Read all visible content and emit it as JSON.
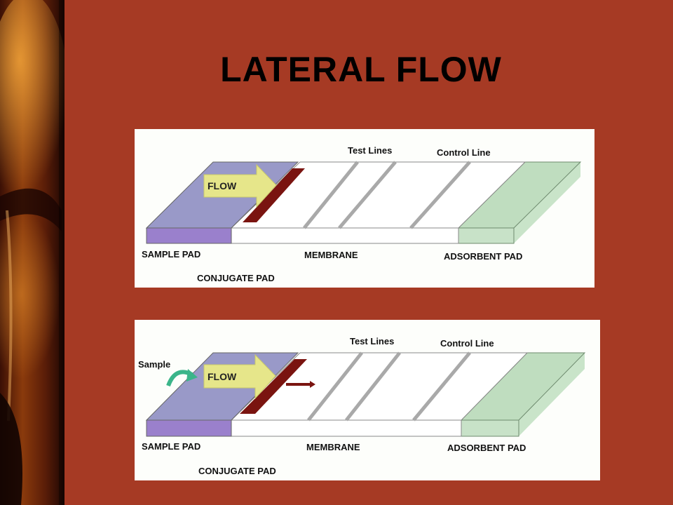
{
  "slide": {
    "title": "LATERAL FLOW"
  },
  "colors": {
    "slide_background": "#A63A24",
    "panel_background": "#FDFEFB",
    "sample_pad": "#9999C8",
    "sample_pad_front": "#9A80CC",
    "conjugate_pad": "#7A1410",
    "membrane": "#FFFFFF",
    "absorbent_pad": "#BFDDBF",
    "flow_arrow": "#E6E68A",
    "sample_arrow": "#3BB58A"
  },
  "diagrams": [
    {
      "test_lines_label": "Test Lines",
      "control_line_label": "Control Line",
      "flow_label": "FLOW",
      "sample_pad_label": "SAMPLE PAD",
      "conjugate_pad_label": "CONJUGATE PAD",
      "membrane_label": "MEMBRANE",
      "absorbent_pad_label": "ADSORBENT PAD"
    },
    {
      "sample_label": "Sample",
      "test_lines_label": "Test Lines",
      "control_line_label": "Control Line",
      "flow_label": "FLOW",
      "sample_pad_label": "SAMPLE PAD",
      "conjugate_pad_label": "CONJUGATE PAD",
      "membrane_label": "MEMBRANE",
      "absorbent_pad_label": "ADSORBENT PAD"
    }
  ]
}
